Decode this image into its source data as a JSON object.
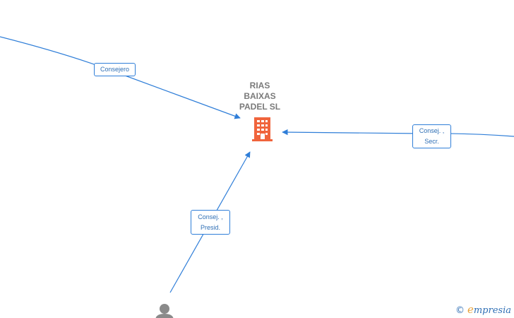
{
  "diagram": {
    "company": {
      "name_lines": [
        "RIAS",
        "BAIXAS",
        "PADEL  SL"
      ],
      "icon": "building-icon",
      "icon_color": "#f0643c"
    },
    "edges": [
      {
        "id": "e1",
        "label": [
          "Consejero"
        ]
      },
      {
        "id": "e2",
        "label": [
          "Consej. ,",
          "Secr."
        ]
      },
      {
        "id": "e3",
        "label": [
          "Consej. ,",
          "Presid."
        ]
      }
    ],
    "person_icon": "person-icon",
    "edge_color": "#2f7ed8"
  },
  "watermark": {
    "copyright": "©",
    "brand_initial": "e",
    "brand_rest": "mpresia"
  }
}
